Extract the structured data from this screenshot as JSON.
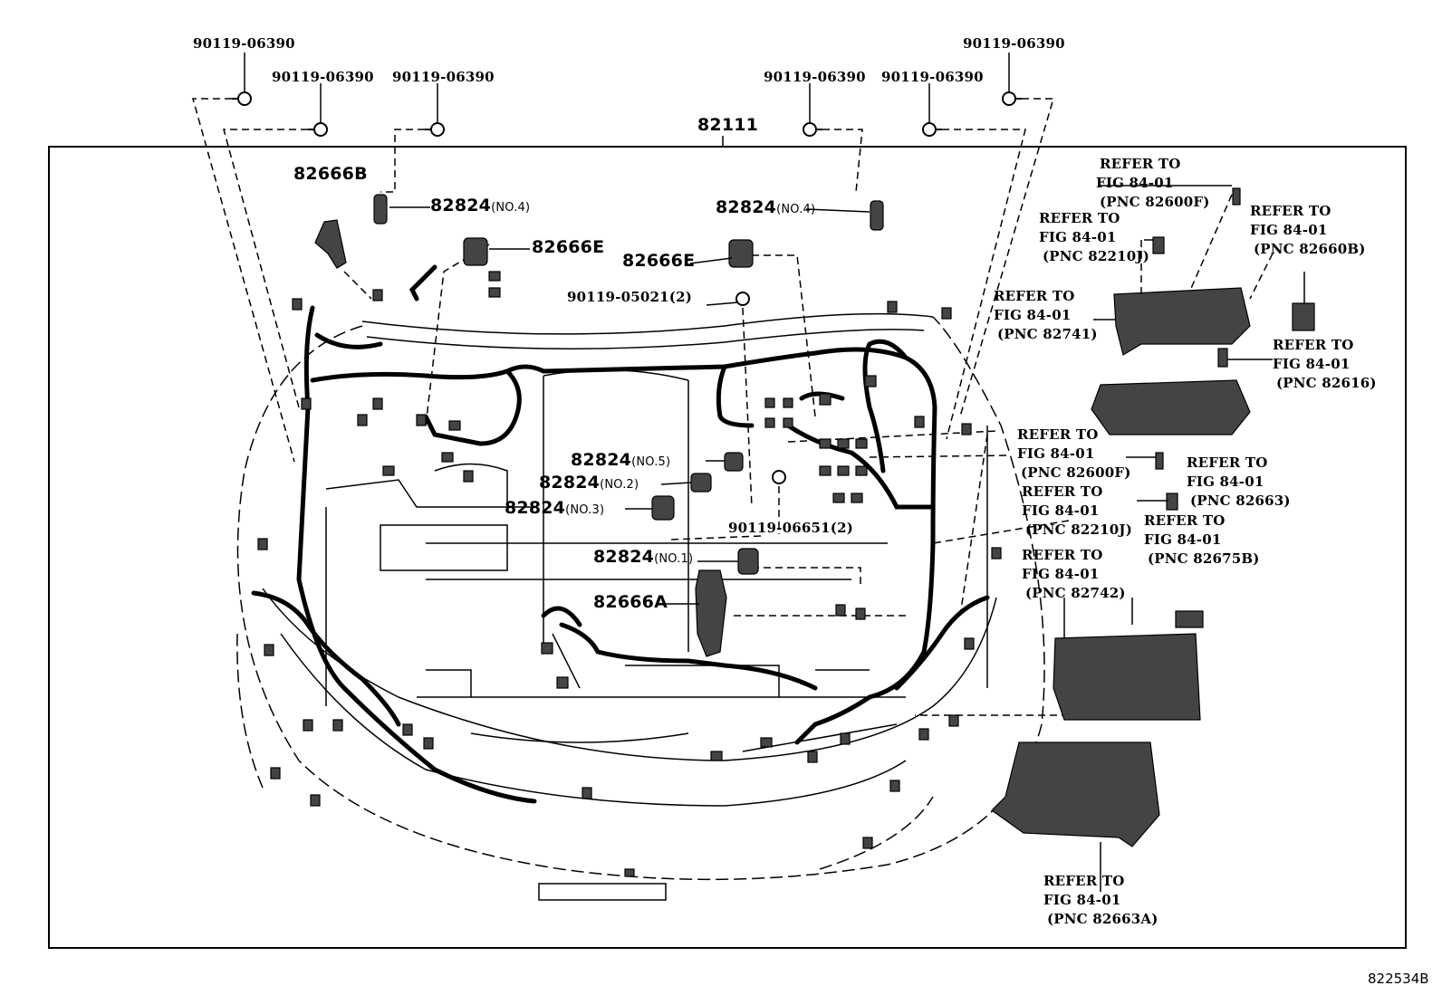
{
  "main_part": "82111",
  "bolts": {
    "b1": "90119-06390",
    "b2": "90119-06390",
    "b3": "90119-06390",
    "b4": "90119-06390",
    "b5": "90119-06390",
    "b6": "90119-06390",
    "b7": "90119-05021(2)",
    "b8": "90119-06651(2)"
  },
  "parts": {
    "p82666B": "82666B",
    "p82666E_left": "82666E",
    "p82666E_center": "82666E",
    "p82666A": "82666A",
    "clamp_no4_left": {
      "num": "82824",
      "sub": "(NO.4)"
    },
    "clamp_no4_right": {
      "num": "82824",
      "sub": "(NO.4)"
    },
    "clamp_no5": {
      "num": "82824",
      "sub": "(NO.5)"
    },
    "clamp_no2": {
      "num": "82824",
      "sub": "(NO.2)"
    },
    "clamp_no3": {
      "num": "82824",
      "sub": "(NO.3)"
    },
    "clamp_no1": {
      "num": "82824",
      "sub": "(NO.1)"
    }
  },
  "refers": [
    {
      "l1": "REFER TO",
      "l2": "FIG 84-01",
      "l3": "(PNC 82600F)"
    },
    {
      "l1": "REFER TO",
      "l2": "FIG 84-01",
      "l3": "(PNC 82210J)"
    },
    {
      "l1": "REFER TO",
      "l2": "FIG 84-01",
      "l3": "(PNC 82660B)"
    },
    {
      "l1": "REFER TO",
      "l2": "FIG 84-01",
      "l3": "(PNC 82741)"
    },
    {
      "l1": "REFER TO",
      "l2": "FIG 84-01",
      "l3": "(PNC 82616)"
    },
    {
      "l1": "REFER TO",
      "l2": "FIG 84-01",
      "l3": "(PNC 82600F)"
    },
    {
      "l1": "REFER TO",
      "l2": "FIG 84-01",
      "l3": "(PNC 82663)"
    },
    {
      "l1": "REFER TO",
      "l2": "FIG 84-01",
      "l3": "(PNC 82210J)"
    },
    {
      "l1": "REFER TO",
      "l2": "FIG 84-01",
      "l3": "(PNC 82675B)"
    },
    {
      "l1": "REFER TO",
      "l2": "FIG 84-01",
      "l3": "(PNC 82742)"
    },
    {
      "l1": "REFER TO",
      "l2": "FIG 84-01",
      "l3": "(PNC 82663A)"
    }
  ],
  "figure_number": "822534B"
}
